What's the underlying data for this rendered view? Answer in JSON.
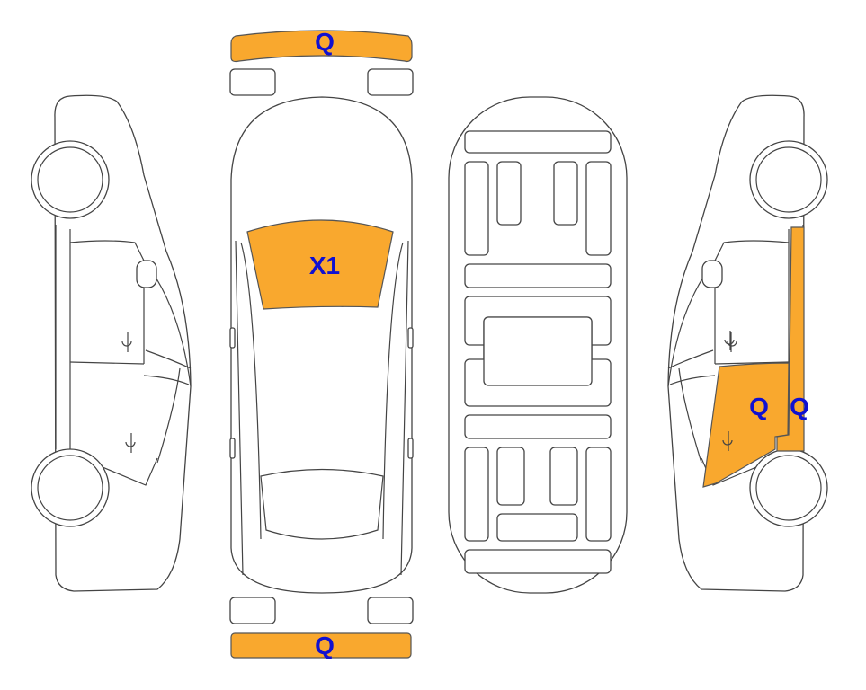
{
  "colors": {
    "damage_fill": "#F9A82E",
    "label_text": "#1010D0",
    "outline": "#444444"
  },
  "damage_labels": {
    "front_bumper": "Q",
    "windshield": "X1",
    "right_front_door": "Q",
    "right_pillar": "Q",
    "rear_bumper": "Q"
  }
}
